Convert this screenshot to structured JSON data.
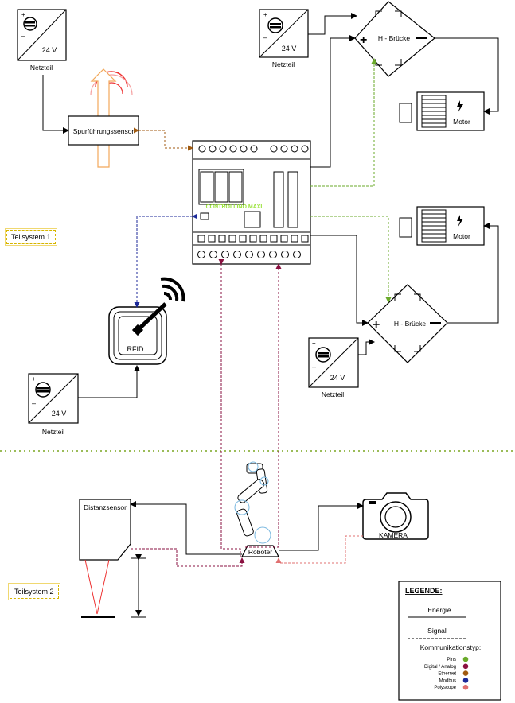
{
  "labels": {
    "psu": "Netzteil",
    "psu_voltage": "24 V",
    "hbridge": "H - Brücke",
    "motor": "Motor",
    "line_sensor": "Spurführungssensor",
    "controller": "CONTROLLINO MAXI",
    "rfid": "RFID",
    "distance_sensor": "Distanzsensor",
    "robot": "Roboter",
    "camera": "KAMERA",
    "subsystem1": "Teilsystem 1",
    "subsystem2": "Teilsystem 2"
  },
  "legend": {
    "title": "LEGENDE:",
    "energy": "Energie",
    "signal": "Signal",
    "comm_type": "Kommunikationstyp:",
    "items": [
      {
        "label": "Pins",
        "color": "#6aaa2a"
      },
      {
        "label": "Digital / Analog",
        "color": "#8a1040"
      },
      {
        "label": "Ethernet",
        "color": "#a05a10"
      },
      {
        "label": "Modbus",
        "color": "#1c2a9a"
      },
      {
        "label": "Polyscope",
        "color": "#e07070"
      }
    ]
  },
  "colors": {
    "pins": "#6aaa2a",
    "digital_analog": "#8a1040",
    "ethernet": "#a05a10",
    "modbus": "#1c2a9a",
    "polyscope": "#e07070",
    "subsystem_divider": "#7aa520",
    "controller_brand": "#9be33c"
  }
}
